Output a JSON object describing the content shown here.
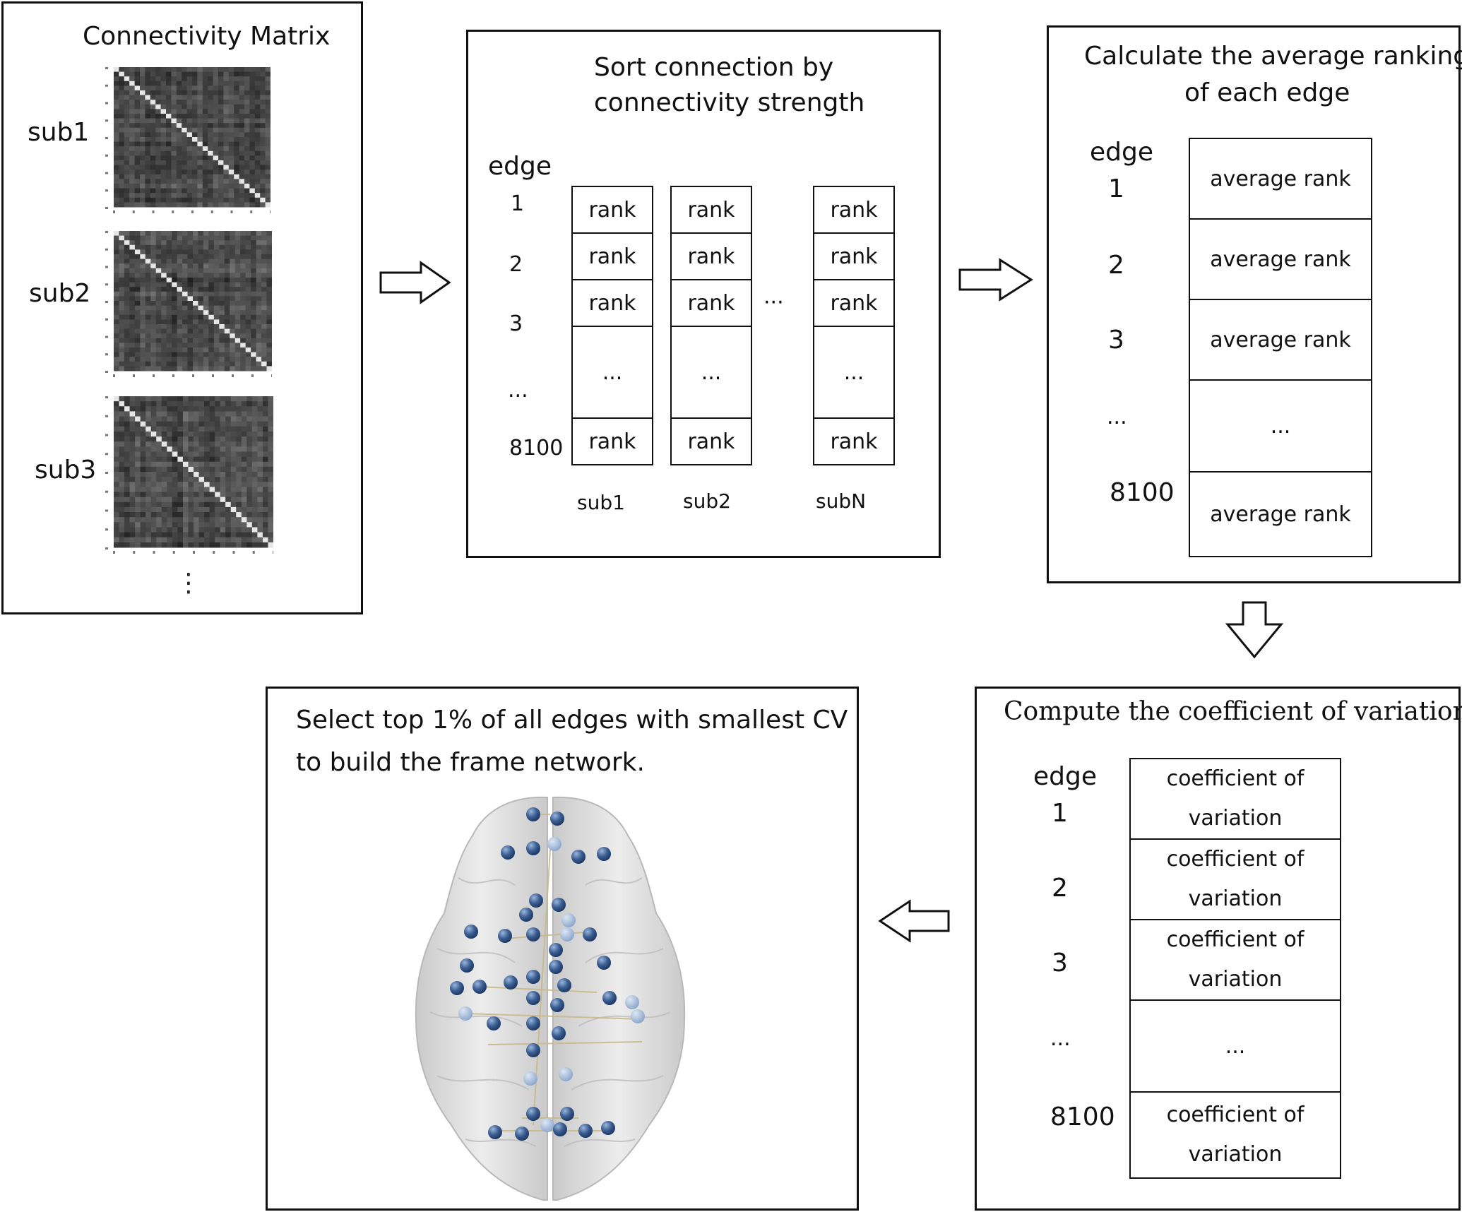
{
  "matrix_panel": {
    "title": "Connectivity Matrix",
    "subjects": [
      "sub1",
      "sub2",
      "sub3"
    ],
    "more": "⋮"
  },
  "sort_panel": {
    "title_line1": "Sort connection by",
    "title_line2": "connectivity strength",
    "edge_header": "edge",
    "edge_labels": [
      "1",
      "2",
      "3",
      "...",
      "8100"
    ],
    "rank_label": "rank",
    "ellipsis": "...",
    "between_cols": "···",
    "col_labels": [
      "sub1",
      "sub2",
      "subN"
    ]
  },
  "average_panel": {
    "title_line1": "Calculate the average ranking",
    "title_line2": "of each edge",
    "edge_header": "edge",
    "edge_labels": [
      "1",
      "2",
      "3",
      "...",
      "8100"
    ],
    "cells": [
      "average rank",
      "average rank",
      "average rank",
      "...",
      "average rank"
    ]
  },
  "cv_panel": {
    "title": "Compute the coefficient of variation",
    "edge_header": "edge",
    "edge_labels": [
      "1",
      "2",
      "3",
      "...",
      "8100"
    ],
    "cell_line1": "coefficient of",
    "cell_line2": "variation",
    "ellipsis": "..."
  },
  "select_panel": {
    "title_line1": "Select top 1% of all edges with smallest CV",
    "title_line2": "to build the frame network."
  },
  "colors": {
    "node": "#3b5f94",
    "brain": "#d9d9d9",
    "stroke": "#111111"
  }
}
